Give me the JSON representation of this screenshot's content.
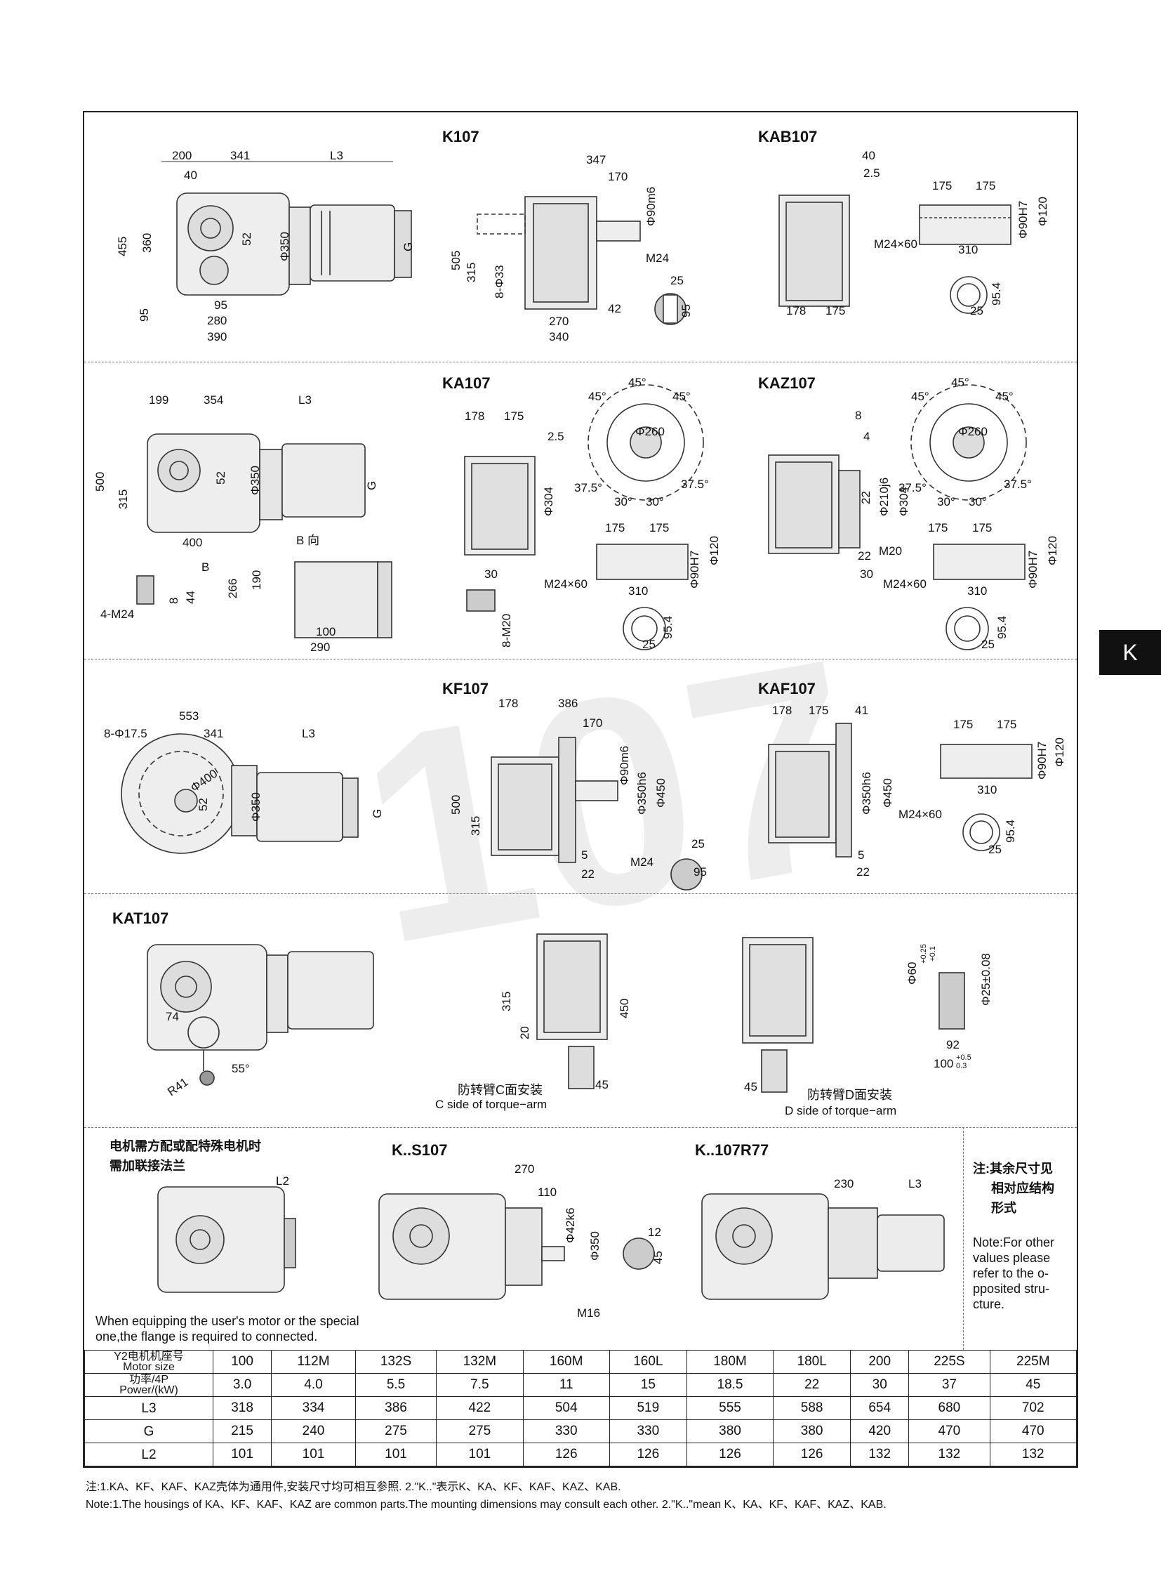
{
  "side_tab": "K",
  "models": {
    "k107": "K107",
    "kab107": "KAB107",
    "ka107": "KA107",
    "kaz107": "KAZ107",
    "kf107": "KF107",
    "kaf107": "KAF107",
    "kat107": "KAT107",
    "ks107": "K..S107",
    "kr77": "K..107R77"
  },
  "dims": {
    "k107_side": [
      "200",
      "341",
      "L3",
      "40",
      "455",
      "360",
      "52",
      "Φ350",
      "G",
      "95",
      "95",
      "280",
      "390"
    ],
    "k107_front": [
      "347",
      "170",
      "Φ90m6",
      "505",
      "315",
      "8-Φ33",
      "M24",
      "25",
      "95",
      "42",
      "270",
      "340"
    ],
    "kab107": [
      "40",
      "2.5",
      "175",
      "175",
      "Φ120",
      "Φ90H7",
      "M24×60",
      "310",
      "95.4",
      "25",
      "178",
      "175"
    ],
    "ka107_side": [
      "199",
      "354",
      "L3",
      "500",
      "315",
      "52",
      "Φ350",
      "G",
      "400",
      "B",
      "4-M24",
      "8",
      "44"
    ],
    "ka107_b": [
      "B 向",
      "266",
      "190",
      "100",
      "290",
      "30",
      "8-M20"
    ],
    "ka107_front": [
      "178",
      "175",
      "2.5",
      "Φ304",
      "45°",
      "45°",
      "45°",
      "Φ260",
      "37.5°",
      "30°",
      "30°",
      "37.5°",
      "175",
      "175",
      "M24×60",
      "310",
      "Φ90H7",
      "Φ120",
      "95.4",
      "25"
    ],
    "kaz107": [
      "8",
      "4",
      "22",
      "Φ210j6",
      "Φ304",
      "M20",
      "22",
      "30",
      "45°",
      "45°",
      "45°",
      "Φ260",
      "37.5°",
      "30°",
      "30°",
      "37.5°",
      "175",
      "175",
      "M24×60",
      "310",
      "Φ90H7",
      "Φ120",
      "95.4",
      "25"
    ],
    "kf107_side": [
      "8-Φ17.5",
      "553",
      "341",
      "L3",
      "Φ400",
      "52",
      "Φ350",
      "G"
    ],
    "kf107_front": [
      "178",
      "386",
      "170",
      "Φ90m6",
      "Φ350h6",
      "Φ450",
      "500",
      "315",
      "5",
      "22",
      "M24",
      "25",
      "95"
    ],
    "kaf107": [
      "178",
      "175",
      "41",
      "Φ350h6",
      "Φ450",
      "5",
      "22",
      "175",
      "175",
      "Φ120",
      "Φ90H7",
      "M24×60",
      "310",
      "95.4",
      "25"
    ],
    "kat107": [
      "74",
      "R41",
      "55°",
      "315",
      "20",
      "450",
      "45",
      "45",
      "Φ60",
      "+0.25",
      "+0.1",
      "Φ25±0.08",
      "92",
      "100",
      "+0.5",
      "0.3"
    ],
    "ks107": [
      "L2",
      "270",
      "110",
      "Φ42k6",
      "Φ350",
      "12",
      "45",
      "M16"
    ],
    "kr77": [
      "230",
      "L3"
    ]
  },
  "captions": {
    "c_cn": "防转臂C面安装",
    "c_en": "C side of torque−arm",
    "d_cn": "防转臂D面安装",
    "d_en": "D side of torque−arm",
    "motor_cn_1": "电机需方配或配特殊电机时",
    "motor_cn_2": "需加联接法兰",
    "motor_en_1": "When equipping the user's motor or the special",
    "motor_en_2": "one,the flange is required to connected."
  },
  "side_note": {
    "cn_1": "注:其余尺寸见",
    "cn_2": "相对应结构",
    "cn_3": "形式",
    "en_1": "Note:For other",
    "en_2": "values please",
    "en_3": "refer to the o-",
    "en_4": "pposited stru-",
    "en_5": "cture."
  },
  "table": {
    "rows": [
      {
        "h1": "Y2电机机座号",
        "h2": "Motor size",
        "cells": [
          "100",
          "112M",
          "132S",
          "132M",
          "160M",
          "160L",
          "180M",
          "180L",
          "200",
          "225S",
          "225M"
        ]
      },
      {
        "h1": "功率/4P",
        "h2": "Power/(kW)",
        "cells": [
          "3.0",
          "4.0",
          "5.5",
          "7.5",
          "11",
          "15",
          "18.5",
          "22",
          "30",
          "37",
          "45"
        ]
      },
      {
        "h1": "L3",
        "h2": "",
        "cells": [
          "318",
          "334",
          "386",
          "422",
          "504",
          "519",
          "555",
          "588",
          "654",
          "680",
          "702"
        ]
      },
      {
        "h1": "G",
        "h2": "",
        "cells": [
          "215",
          "240",
          "275",
          "275",
          "330",
          "330",
          "380",
          "380",
          "420",
          "470",
          "470"
        ]
      },
      {
        "h1": "L2",
        "h2": "",
        "cells": [
          "101",
          "101",
          "101",
          "101",
          "126",
          "126",
          "126",
          "126",
          "132",
          "132",
          "132"
        ]
      }
    ]
  },
  "footnote": {
    "cn": "注:1.KA、KF、KAF、KAZ壳体为通用件,安装尺寸均可相互参照.    2.\"K..\"表示K、KA、KF、KAF、KAZ、KAB.",
    "en": "Note:1.The housings of KA、KF、KAF、KAZ are common parts.The mounting dimensions may consult each other.  2.\"K..\"mean K、KA、KF、KAF、KAZ、KAB."
  }
}
